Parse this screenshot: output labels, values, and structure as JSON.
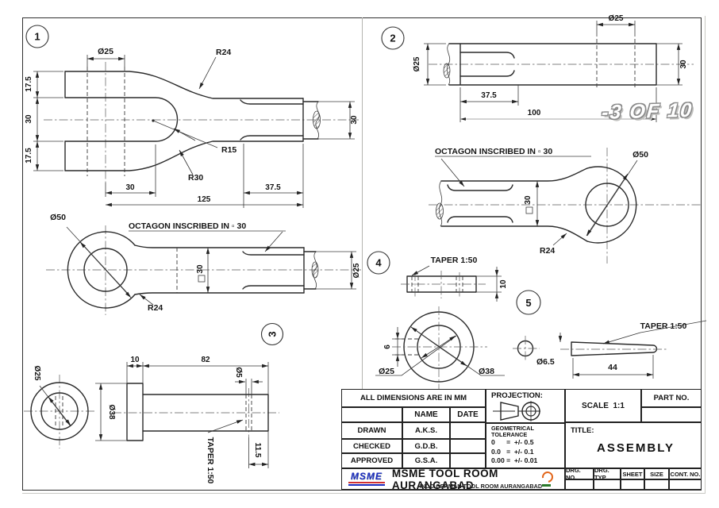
{
  "stamp": "-3 OF 10",
  "balloons": {
    "b1": "1",
    "b2": "2",
    "b3": "3",
    "b4": "4",
    "b5": "5"
  },
  "part1": {
    "hole_dia": "Ø25",
    "radius_outer": "R24",
    "prong_top": "17.5",
    "slot_height": "30",
    "prong_bottom": "17.5",
    "radius_slot": "R15",
    "radius_curve": "R30",
    "hole_to_slot": "30",
    "overall": "125",
    "octagon_len": "37.5",
    "rod_dia": "30"
  },
  "eye_left": {
    "eye_dia": "Ø50",
    "octagon_note": "OCTAGON INSCRIBED IN ▫ 30",
    "across_flats": "30",
    "radius": "R24",
    "rod_dia": "Ø25"
  },
  "part2": {
    "rod_dia_left": "Ø25",
    "slot_len": "37.5",
    "length": "100",
    "hole_dia": "Ø25",
    "rod_dia_right": "30"
  },
  "eye_right": {
    "octagon_note": "OCTAGON INSCRIBED IN ▫ 30",
    "across_flats": "30",
    "radius": "R24",
    "eye_dia": "Ø50"
  },
  "part3": {
    "rod_dia": "Ø25",
    "collar_w": "10",
    "length": "82",
    "collar_dia": "Ø38",
    "slot_dia": "Ø5",
    "taper": "TAPER 1:50",
    "slot_offset": "11.5"
  },
  "part4": {
    "taper": "TAPER 1:50",
    "thickness": "10",
    "slot_w": "6",
    "bore_dia": "Ø25",
    "outer_dia": "Ø38"
  },
  "part5": {
    "dia": "Ø6.5",
    "length": "44",
    "taper": "TAPER 1:50"
  },
  "title_block": {
    "dims_note": "ALL DIMENSIONS ARE IN MM",
    "col_name": "NAME",
    "col_date": "DATE",
    "rows": [
      {
        "role": "DRAWN",
        "person": "A.K.S."
      },
      {
        "role": "CHECKED",
        "person": "G.D.B."
      },
      {
        "role": "APPROVED",
        "person": "G.S.A."
      }
    ],
    "projection_label": "PROJECTION:",
    "geo_line1": "GEOMETRICAL",
    "geo_line2": "TOLERANCE",
    "tolerances": [
      "0      =  +/- 0.5",
      "0.0   =  +/- 0.1",
      "0.00 =  +/- 0.01"
    ],
    "scale_label": "SCALE",
    "scale_value": "1:1",
    "part_no_label": "PART NO.",
    "title_label": "TITLE:",
    "title_value": "ASSEMBLY",
    "logo_text": "MSME",
    "org_main": "MSME TOOL ROOM AURANGABAD",
    "org_sub": "INDO GERMAN TOOL ROOM AURANGABAD",
    "footer_cols": [
      "DRG. NO.",
      "DRG. TYP",
      "SHEET",
      "SIZE",
      "CONT. NO."
    ]
  },
  "colors": {
    "line": "#2a2a2a",
    "divider": "#b5b5b0",
    "logo_blue": "#1b2bbf",
    "logo_red": "#d03030",
    "igtr_orange": "#e2651a",
    "igtr_green": "#2a7a2a",
    "stamp_outline": "#8a8a8a"
  }
}
